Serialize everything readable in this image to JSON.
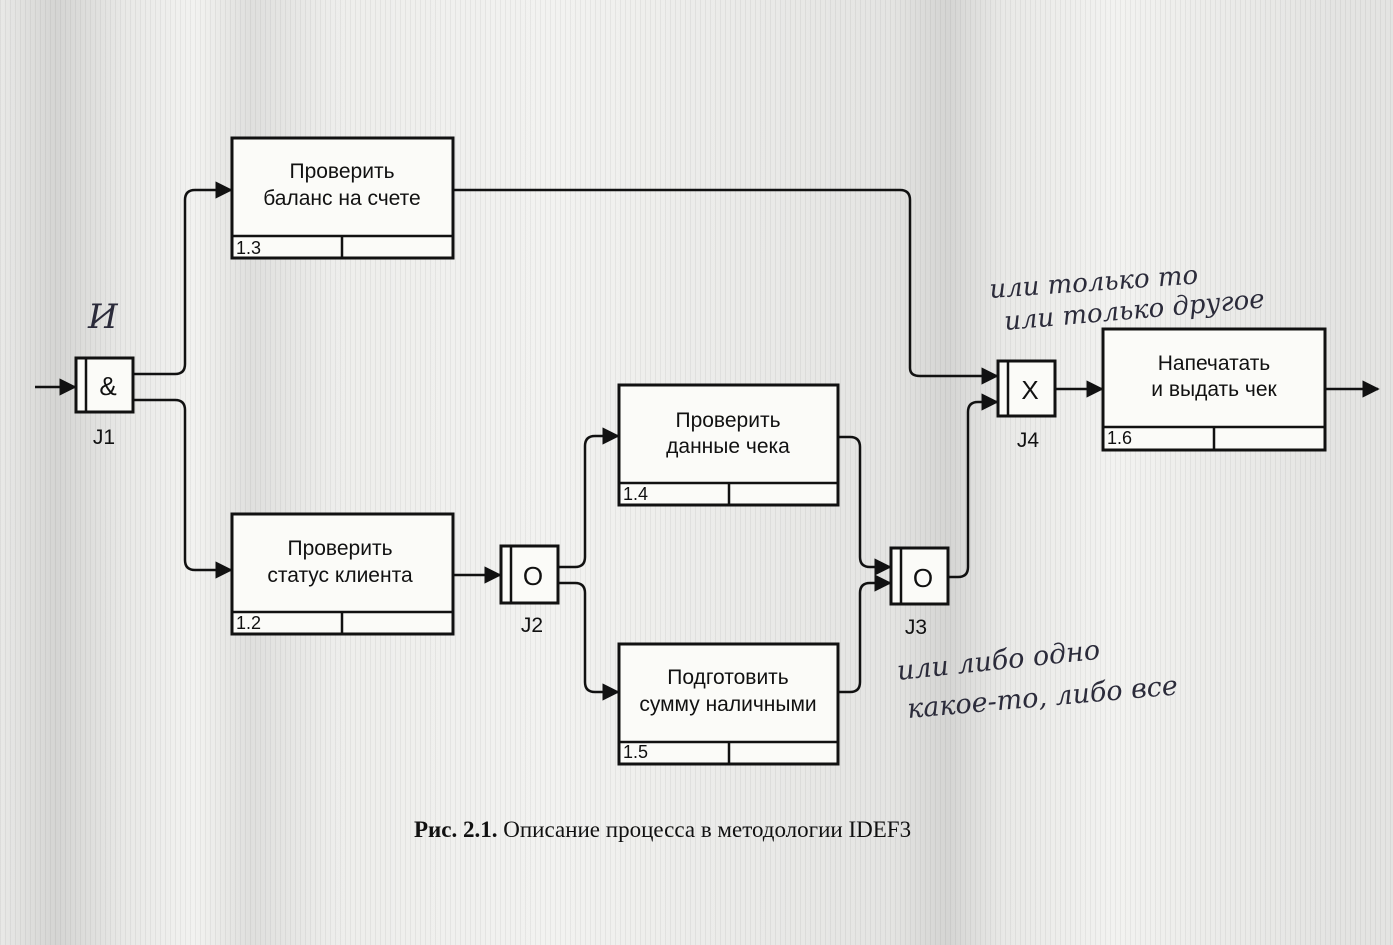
{
  "boxes": [
    {
      "id": "1.3",
      "lines": [
        "Проверить",
        "баланс на счете"
      ]
    },
    {
      "id": "1.2",
      "lines": [
        "Проверить",
        "статус клиента"
      ]
    },
    {
      "id": "1.4",
      "lines": [
        "Проверить",
        "данные чека"
      ]
    },
    {
      "id": "1.5",
      "lines": [
        "Подготовить",
        "сумму наличными"
      ]
    },
    {
      "id": "1.6",
      "lines": [
        "Напечатать",
        "и выдать чек"
      ]
    }
  ],
  "junctions": [
    {
      "label": "J1",
      "symbol": "&"
    },
    {
      "label": "J2",
      "symbol": "O"
    },
    {
      "label": "J3",
      "symbol": "O"
    },
    {
      "label": "J4",
      "symbol": "X"
    }
  ],
  "caption": {
    "number": "Рис. 2.1.",
    "text": " Описание процесса в методологии IDEF3"
  },
  "notes": {
    "j1": "И",
    "j4_line1": "или только то",
    "j4_line2": "или только другое",
    "j3_line1": "или либо одно",
    "j3_line2": "какое-то, либо все"
  },
  "colors": {
    "ink": "#111111",
    "pencil": "#2b2b3a",
    "paper": "#f2f2f0"
  }
}
